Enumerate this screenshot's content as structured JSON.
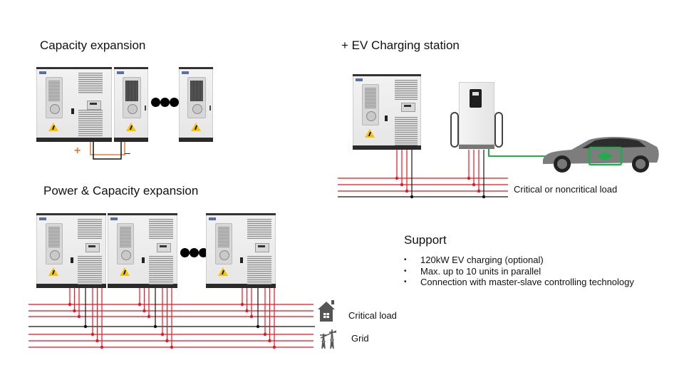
{
  "sections": {
    "capacity_expansion": {
      "title": "Capacity expansion",
      "positive_label": "+",
      "negative_label": "–"
    },
    "ev_charging": {
      "title": "+ EV Charging station",
      "load_label": "Critical or noncritical load"
    },
    "power_capacity_expansion": {
      "title": "Power & Capacity expansion",
      "critical_load_label": "Critical load",
      "grid_label": "Grid"
    },
    "support": {
      "title": "Support",
      "items": [
        "120kW EV charging (optional)",
        "Max. up to 10 units in parallel",
        "Connection with master-slave controlling technology"
      ]
    }
  },
  "colors": {
    "phase_line": "#e8141e",
    "neutral_line": "#111111",
    "dc_positive": "#e07b39",
    "dc_negative": "#111111",
    "ev_link": "#1fae4b",
    "warning": "#f5c400"
  },
  "icons": {
    "critical_load": "house-with-plug-icon",
    "grid": "transmission-tower-icon",
    "ellipsis": "three-dots-icon",
    "ev_car": "electric-car-icon",
    "charger": "ev-charger-icon"
  }
}
